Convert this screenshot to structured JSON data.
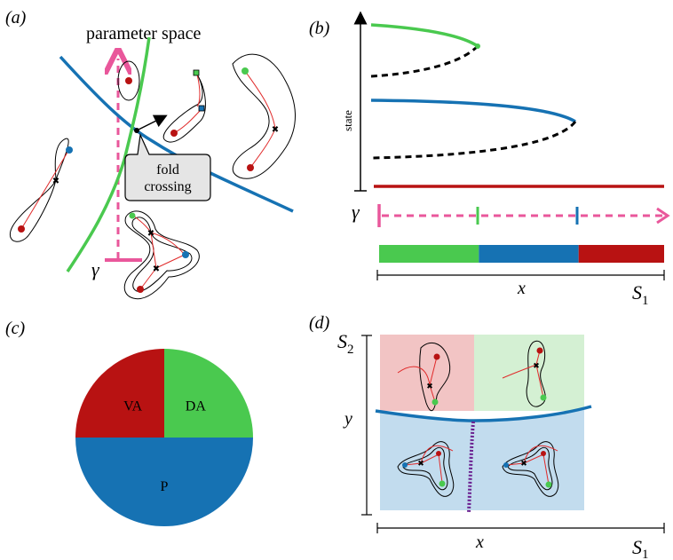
{
  "panel_a": {
    "label": "(a)",
    "title": "parameter space",
    "callout": [
      "fold",
      "crossing"
    ],
    "path_label": "γ"
  },
  "panel_b": {
    "label": "(b)",
    "ylabel": "state",
    "path_label": "γ",
    "xlabel": "x",
    "axis_end": "S",
    "axis_end_sub": "1",
    "bar_segments": [
      {
        "color": "#4ac94f",
        "fraction": 0.35
      },
      {
        "color": "#1672b3",
        "fraction": 0.35
      },
      {
        "color": "#b81212",
        "fraction": 0.3
      }
    ]
  },
  "panel_c": {
    "label": "(c)",
    "chart_data": {
      "type": "pie",
      "slices": [
        {
          "label": "VA",
          "value": 25,
          "color": "#b81212"
        },
        {
          "label": "DA",
          "value": 25,
          "color": "#4ac94f"
        },
        {
          "label": "P",
          "value": 50,
          "color": "#1672b3"
        }
      ]
    }
  },
  "panel_d": {
    "label": "(d)",
    "ylabel_top": "S",
    "ylabel_top_sub": "2",
    "ylabel_mid": "y",
    "xlabel": "x",
    "axis_end": "S",
    "axis_end_sub": "1"
  },
  "colors": {
    "green": "#4ac94f",
    "blue": "#1672b3",
    "red": "#b81212",
    "pink": "#e9579b",
    "purple": "#6a1f8f",
    "light_red": "#f2c4c4",
    "light_green": "#d4f0d3",
    "light_blue": "#c2dcee"
  }
}
